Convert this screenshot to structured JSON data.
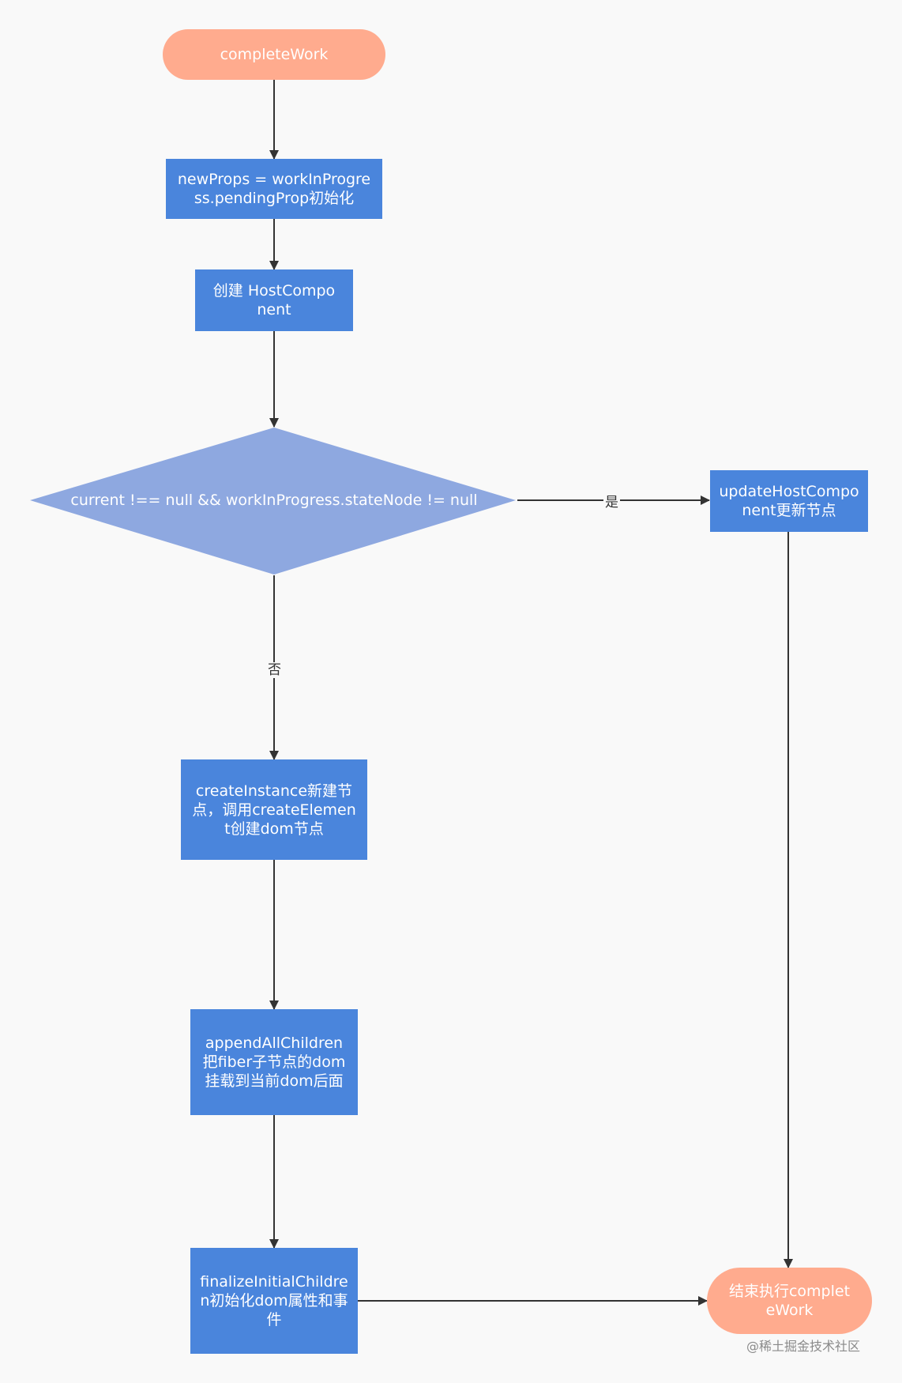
{
  "nodes": {
    "start": "completeWork",
    "init_props": "newProps = workInProgress.pendingProp初始化",
    "create_host": "创建 HostComponent",
    "decision": "current !== null && workInProgress.stateNode != null",
    "update_host": "updateHostComponent更新节点",
    "create_instance": "createInstance新建节点，调用createElement创建dom节点",
    "append_children": "appendAllChildren把fiber子节点的dom挂载到当前dom后面",
    "finalize": "finalizeInitialChildren初始化dom属性和事件",
    "end": "结束执行completeWork"
  },
  "edges": {
    "yes_label": "是",
    "no_label": "否"
  },
  "watermark": "@稀土掘金技术社区",
  "colors": {
    "process": "#4a85dc",
    "decision": "#8ea8e0",
    "terminal": "#ffab8e",
    "line": "#333333",
    "background": "#f9f9f9"
  }
}
